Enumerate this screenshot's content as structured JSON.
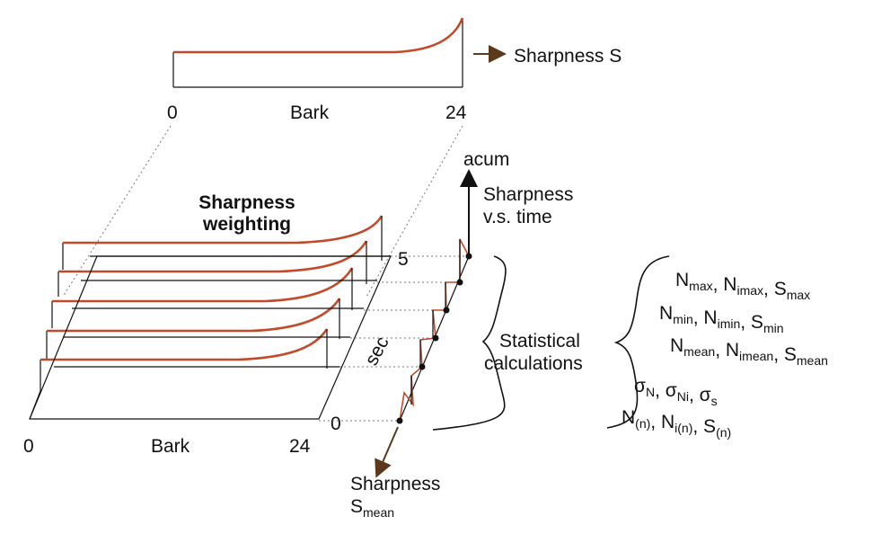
{
  "top_plot": {
    "axis_min": "0",
    "axis_max": "24",
    "axis_label": "Bark",
    "output_label": "Sharpness S"
  },
  "weighting_title_line1": "Sharpness",
  "weighting_title_line2": "weighting",
  "base_axis": {
    "min": "0",
    "max": "24",
    "label": "Bark"
  },
  "time_axis": {
    "label": "sec",
    "start": "0",
    "end": "5"
  },
  "acum_label": "acum",
  "vs_time_line1": "Sharpness",
  "vs_time_line2": "v.s. time",
  "mean_label_line1": "Sharpness",
  "mean_label_base": "S",
  "mean_label_sub": "mean",
  "stat_line1": "Statistical",
  "stat_line2": "calculations",
  "stats": [
    [
      {
        "b": "N",
        "s": "max"
      },
      {
        "t": ", "
      },
      {
        "b": "N",
        "s": "imax"
      },
      {
        "t": ", "
      },
      {
        "b": "S",
        "s": "max"
      }
    ],
    [
      {
        "b": "N",
        "s": "min"
      },
      {
        "t": ", "
      },
      {
        "b": "N",
        "s": "imin"
      },
      {
        "t": ", "
      },
      {
        "b": "S",
        "s": "min"
      }
    ],
    [
      {
        "b": "N",
        "s": "mean"
      },
      {
        "t": ", "
      },
      {
        "b": "N",
        "s": "imean"
      },
      {
        "t": ", "
      },
      {
        "b": "S",
        "s": "mean"
      }
    ],
    [
      {
        "b": "σ",
        "s": "N"
      },
      {
        "t": ", "
      },
      {
        "b": "σ",
        "s": "Ni"
      },
      {
        "t": ", "
      },
      {
        "b": "σ",
        "s": "s"
      }
    ],
    [
      {
        "b": "N",
        "s": "(n)"
      },
      {
        "t": ", "
      },
      {
        "b": "N",
        "s": "i(n)"
      },
      {
        "t": ", "
      },
      {
        "b": "S",
        "s": "(n)"
      }
    ]
  ],
  "colors": {
    "curve": "#c24a2a",
    "arrow": "#5a3a1a",
    "line": "#111111"
  }
}
